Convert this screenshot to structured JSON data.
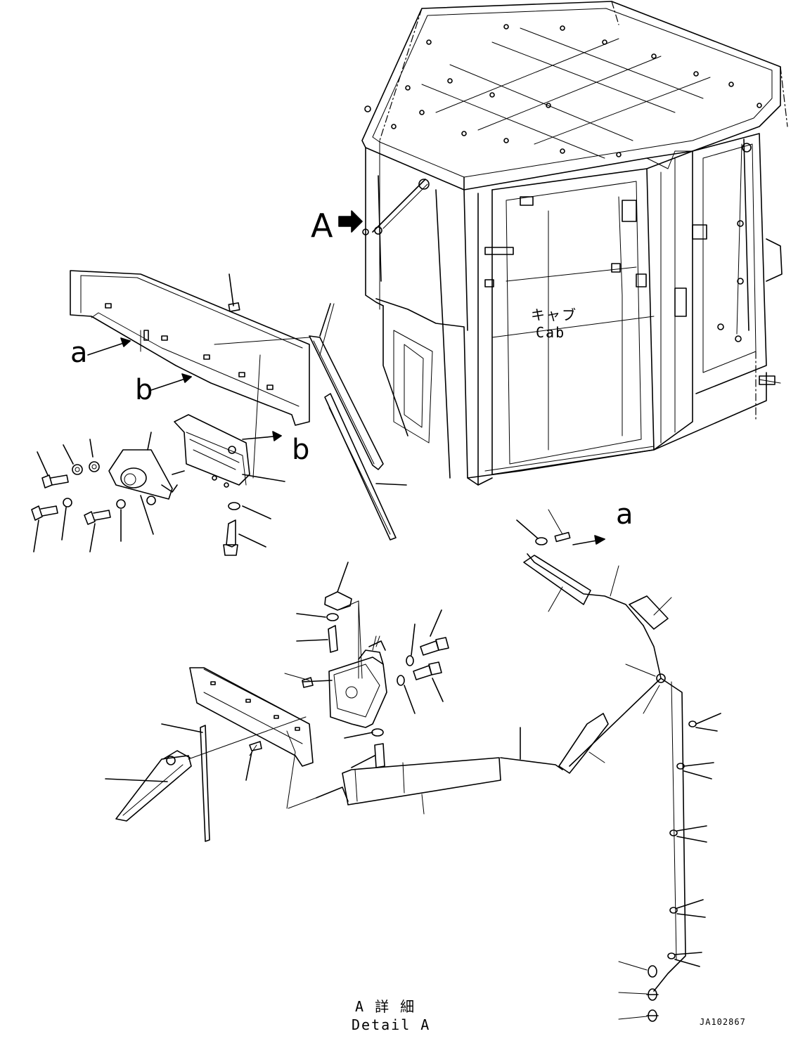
{
  "labels": {
    "view_a": "A",
    "ref_a_left": "a",
    "ref_b_left": "b",
    "ref_b_right": "b",
    "ref_a_right": "a",
    "cab_jp": "キャブ",
    "cab_en": "Cab",
    "detail_jp": "A 詳 細",
    "detail_en": "Detail A",
    "drawing_code": "JA102867"
  }
}
